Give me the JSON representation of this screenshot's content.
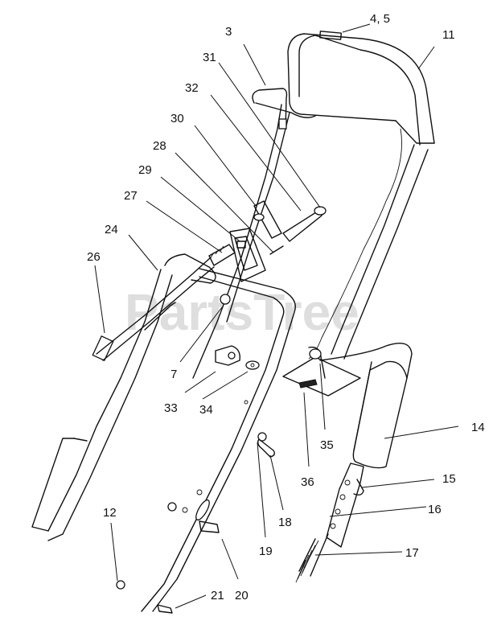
{
  "watermark": "PartsTree",
  "callouts": [
    {
      "id": "c3",
      "text": "3"
    },
    {
      "id": "c45",
      "text": "4, 5"
    },
    {
      "id": "c11",
      "text": "11"
    },
    {
      "id": "c31",
      "text": "31"
    },
    {
      "id": "c32",
      "text": "32"
    },
    {
      "id": "c30",
      "text": "30"
    },
    {
      "id": "c28",
      "text": "28"
    },
    {
      "id": "c29",
      "text": "29"
    },
    {
      "id": "c27",
      "text": "27"
    },
    {
      "id": "c24",
      "text": "24"
    },
    {
      "id": "c26",
      "text": "26"
    },
    {
      "id": "c7",
      "text": "7"
    },
    {
      "id": "c33",
      "text": "33"
    },
    {
      "id": "c34",
      "text": "34"
    },
    {
      "id": "c35",
      "text": "35"
    },
    {
      "id": "c36",
      "text": "36"
    },
    {
      "id": "c14",
      "text": "14"
    },
    {
      "id": "c15",
      "text": "15"
    },
    {
      "id": "c16",
      "text": "16"
    },
    {
      "id": "c17",
      "text": "17"
    },
    {
      "id": "c18",
      "text": "18"
    },
    {
      "id": "c19",
      "text": "19"
    },
    {
      "id": "c12",
      "text": "12"
    },
    {
      "id": "c20",
      "text": "20"
    },
    {
      "id": "c21",
      "text": "21"
    }
  ]
}
